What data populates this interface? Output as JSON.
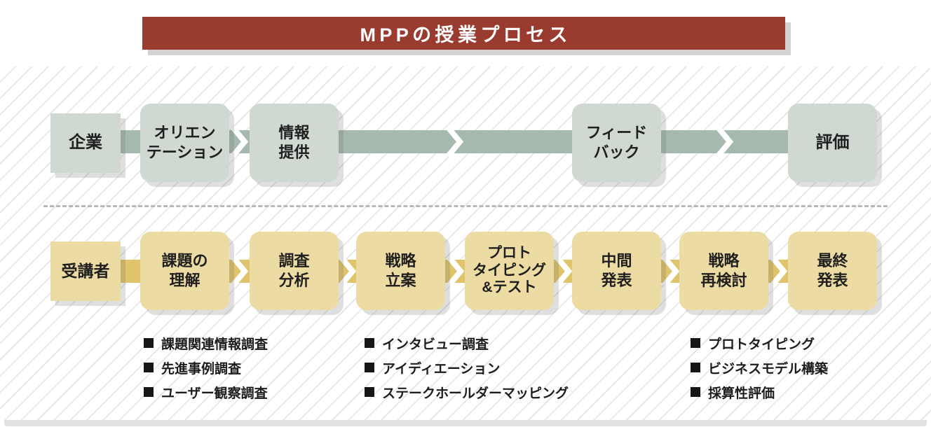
{
  "title_banner": {
    "text": "MPPの授業プロセス"
  },
  "colors": {
    "banner_bg": "#9a3b30",
    "banner_shadow": "#d4d3d1",
    "top_band": "#a5b9ae",
    "top_box_bg": "#cfd9d2",
    "bottom_band": "#dfc46b",
    "bottom_box_bg": "#ecdba2",
    "text": "#1f1f1f"
  },
  "top_flow": {
    "actor_label": "企業",
    "steps": [
      {
        "label": "オリエン\nテーション"
      },
      {
        "label": "情報\n提供"
      },
      {
        "label": "フィード\nバック"
      },
      {
        "label": "評価"
      }
    ]
  },
  "bottom_flow": {
    "actor_label": "受講者",
    "steps": [
      {
        "label": "課題の\n理解"
      },
      {
        "label": "調査\n分析"
      },
      {
        "label": "戦略\n立案"
      },
      {
        "label": "プロト\nタイピング\n&テスト"
      },
      {
        "label": "中間\n発表"
      },
      {
        "label": "戦略\n再検討"
      },
      {
        "label": "最終\n発表"
      }
    ]
  },
  "note_lists": [
    {
      "items": [
        "課題関連情報調査",
        "先進事例調査",
        "ユーザー観察調査"
      ]
    },
    {
      "items": [
        "インタビュー調査",
        "アイディエーション",
        "ステークホールダーマッピング"
      ]
    },
    {
      "items": [
        "プロトタイピング",
        "ビジネスモデル構築",
        "採算性評価"
      ]
    }
  ]
}
